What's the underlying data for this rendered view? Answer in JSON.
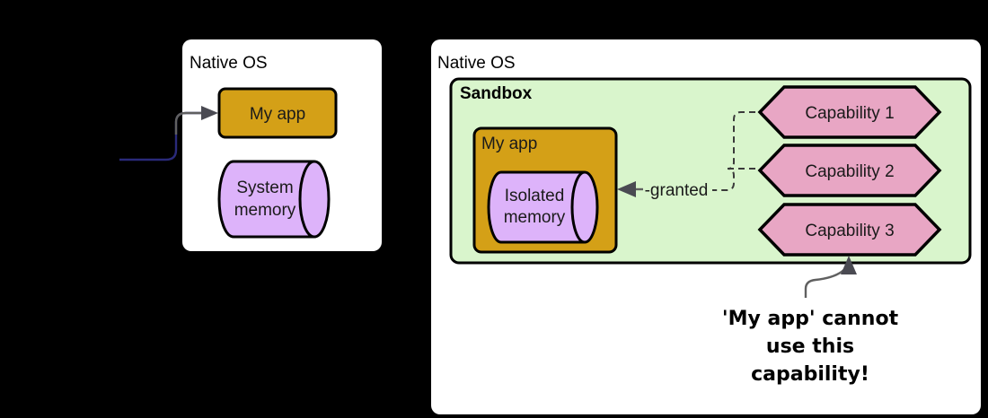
{
  "diagram": {
    "title_native_os": "Native OS",
    "left_panel": {
      "os_label": "Native OS",
      "app_box_label": "My app",
      "memory_cylinder_label_line1": "System",
      "memory_cylinder_label_line2": "memory"
    },
    "right_panel": {
      "os_label": "Native OS",
      "sandbox_label": "Sandbox",
      "app_box_label": "My app",
      "memory_cylinder_label_line1": "Isolated",
      "memory_cylinder_label_line2": "memory",
      "granted_edge_label": "-granted",
      "capabilities": [
        {
          "label": "Capability 1",
          "granted": true
        },
        {
          "label": "Capability 2",
          "granted": true
        },
        {
          "label": "Capability 3",
          "granted": false
        }
      ],
      "caption": {
        "line1": "'My app' cannot",
        "line2": "use this",
        "line3": "capability!"
      }
    }
  },
  "colors": {
    "background": "#000000",
    "panel": "#FFFFFF",
    "sandbox_green": "#D9F5CC",
    "app_gold": "#D4A017",
    "memory_purple": "#DDB3FA",
    "capability_pink": "#E8A6C4",
    "outline": "#000000",
    "connector_gray": "#606060",
    "connector_blue": "#2a2a7a",
    "arrow_head": "#4a4a52"
  }
}
